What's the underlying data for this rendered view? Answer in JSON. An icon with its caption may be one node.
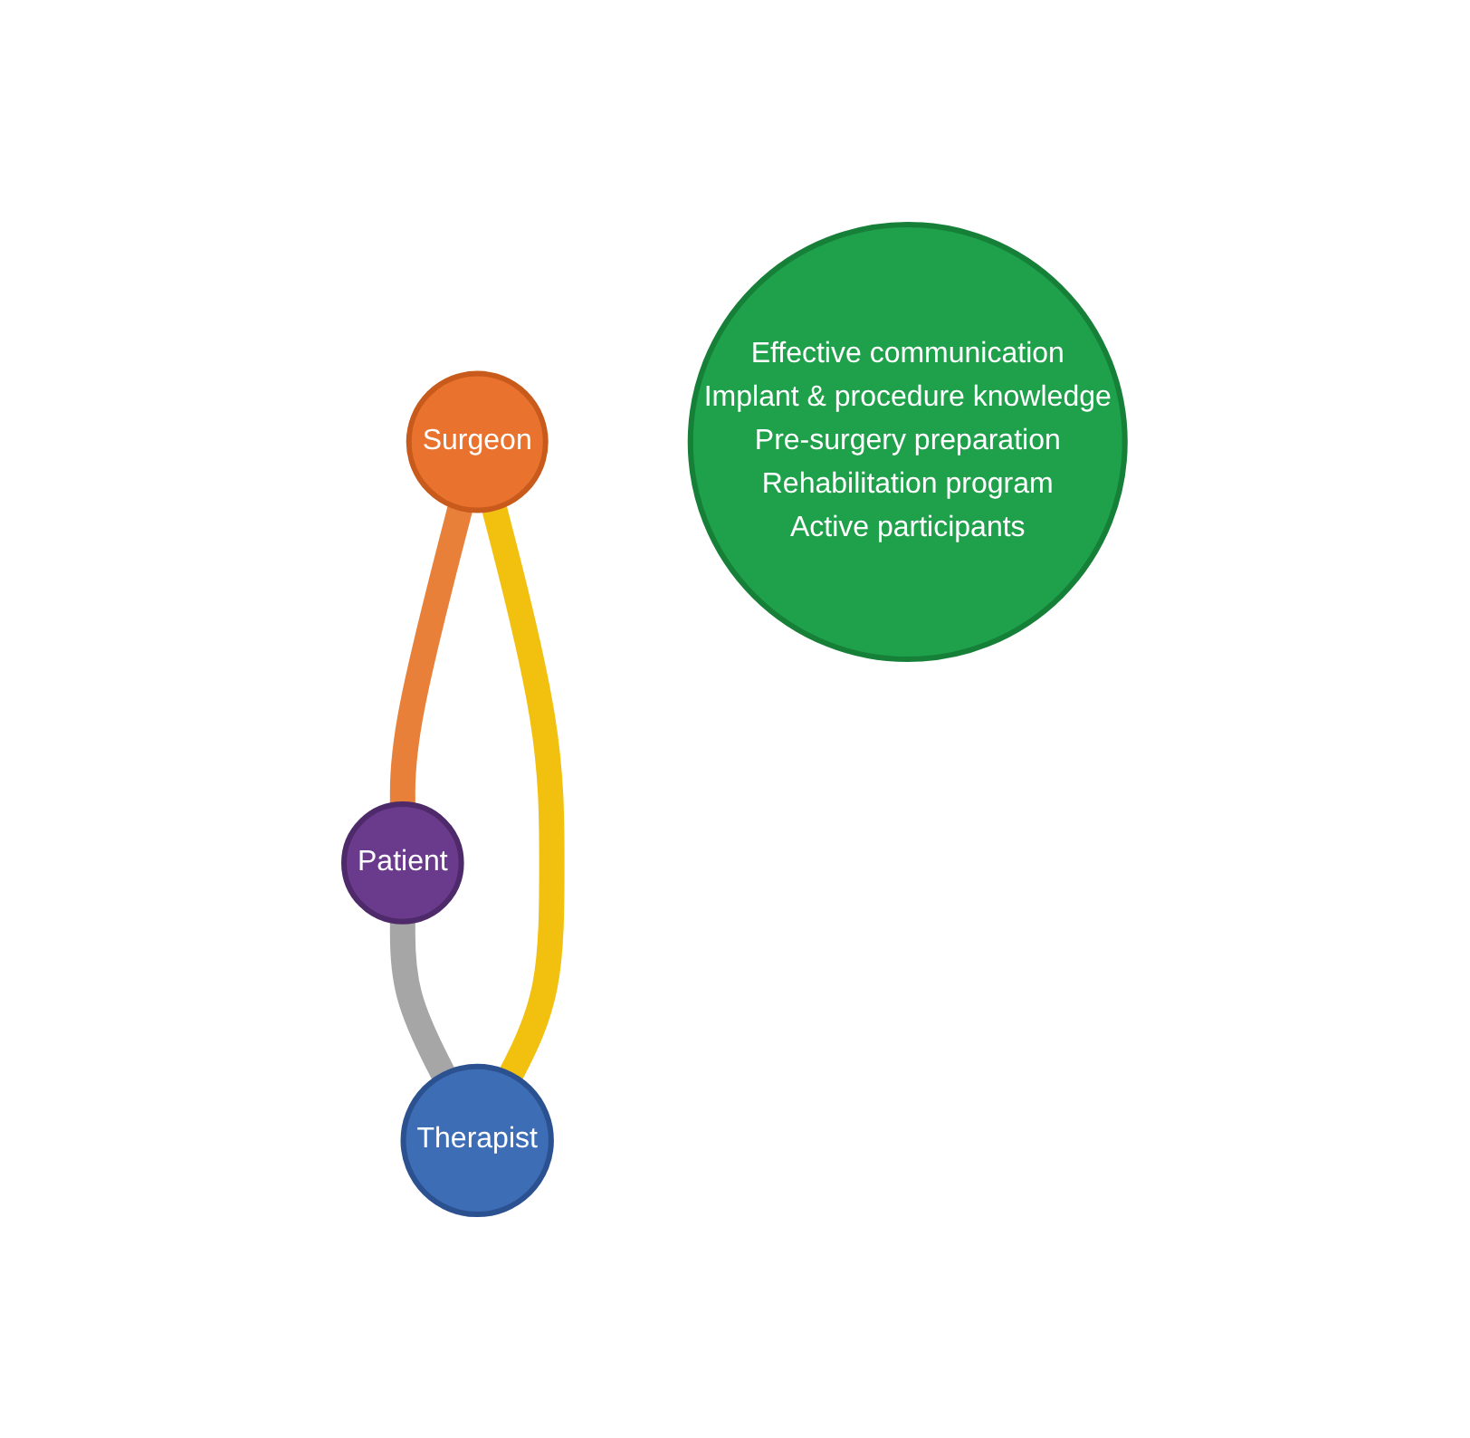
{
  "diagram": {
    "nodes": [
      {
        "text": [
          "Surgeon"
        ]
      },
      {
        "text": [
          "Patient"
        ]
      },
      {
        "text": [
          "Therapist"
        ]
      },
      {
        "text": [
          "Effective communication",
          "Implant & procedure knowledge",
          "Pre-surgery preparation",
          "Rehabilitation program",
          "Active participants"
        ]
      }
    ],
    "edges": [
      {
        "from": 0,
        "to": 1,
        "arrow": "none",
        "color": "#e8803a"
      },
      {
        "from": 1,
        "to": 2,
        "arrow": "none",
        "color": "#a6a6a6"
      },
      {
        "from": 2,
        "to": 0,
        "arrow": "none",
        "color": "#f2c00f"
      }
    ]
  }
}
